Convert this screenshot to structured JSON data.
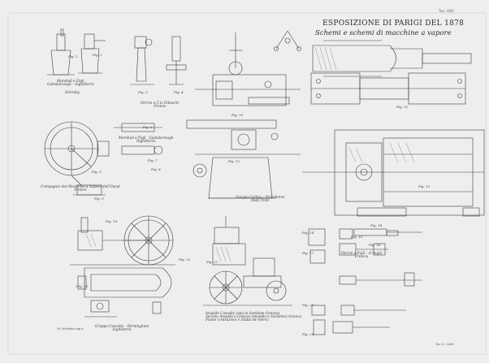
{
  "plate": {
    "number": "Tav. XXII",
    "title": "ESPOSIZIONE DI PARIGI DEL 1878",
    "subtitle": "Schemi e schemi di macchine a vapore",
    "engraver": "Lit. Ministero Agric.",
    "printer": "Tip. G. Civelli"
  },
  "captions": [
    "Marshall e Figli\nGainsborough – Inghilterra",
    "Hornsby",
    "Ferron e C.ie Dikourtz\nFrance",
    "Compagnie des Machines a Vapeur dell’Ouest\nFrance",
    "Marshall e Figli   Gainsborough\nInghilterra",
    "Giorgio Corliss – Providence\nStati Uniti",
    "Gruppo Cosvelle – Birmingham\nInghilterra",
    "Ansaldo Cosvelle (una la Sardaine Genova)\nSocieta Ansaldo e Genova (Ansaldo e Sardaine) Genova\nPiante costruzioni e (Italia ed esteri)",
    "Ferron e Figli – d’Angiò\nFrancia"
  ],
  "figures": [
    "Fig. 1",
    "Fig. 2",
    "Fig. 3",
    "Fig. 4",
    "Fig. 5",
    "Fig. 6",
    "Fig. 7",
    "Fig. 8",
    "Fig. 9",
    "Fig. 10",
    "Fig. 11",
    "Fig. 12",
    "Fig. 13",
    "Fig. 14",
    "Fig. 15",
    "Fig. 16",
    "Fig. 17",
    "Fig. 18",
    "Fig. 19",
    "Fig. 20",
    "Fig. 21",
    "Fig. 22",
    "Fig. 23",
    "Fig. 24"
  ],
  "colors": {
    "paper": "#efeeec",
    "ink": "#2c2c2c",
    "border": "#d9d8d6"
  }
}
